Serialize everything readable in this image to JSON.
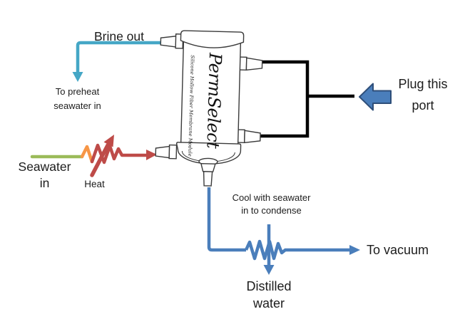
{
  "diagram": {
    "labels": {
      "brine_out": "Brine out",
      "to_preheat": "To preheat\nseawater in",
      "seawater_in": "Seawater\nin",
      "heat": "Heat",
      "plug_port": "Plug this\nport",
      "cool_condense": "Cool with seawater\nin to condense",
      "to_vacuum": "To vacuum",
      "distilled_water": "Distilled\nwater"
    },
    "module": {
      "brand": "PermSelect",
      "subtitle": "Silicone Hollow Fiber Membrane Module"
    },
    "colors": {
      "brine_line": "#45A7C6",
      "condensate_line": "#4A7EBB",
      "seawater_line": "#9BBB59",
      "heat_orange": "#F79646",
      "heat_red": "#BE4B48",
      "plug_line": "#000000",
      "block_arrow_fill": "#4A7EBB",
      "block_arrow_border": "#2E4E79"
    }
  }
}
